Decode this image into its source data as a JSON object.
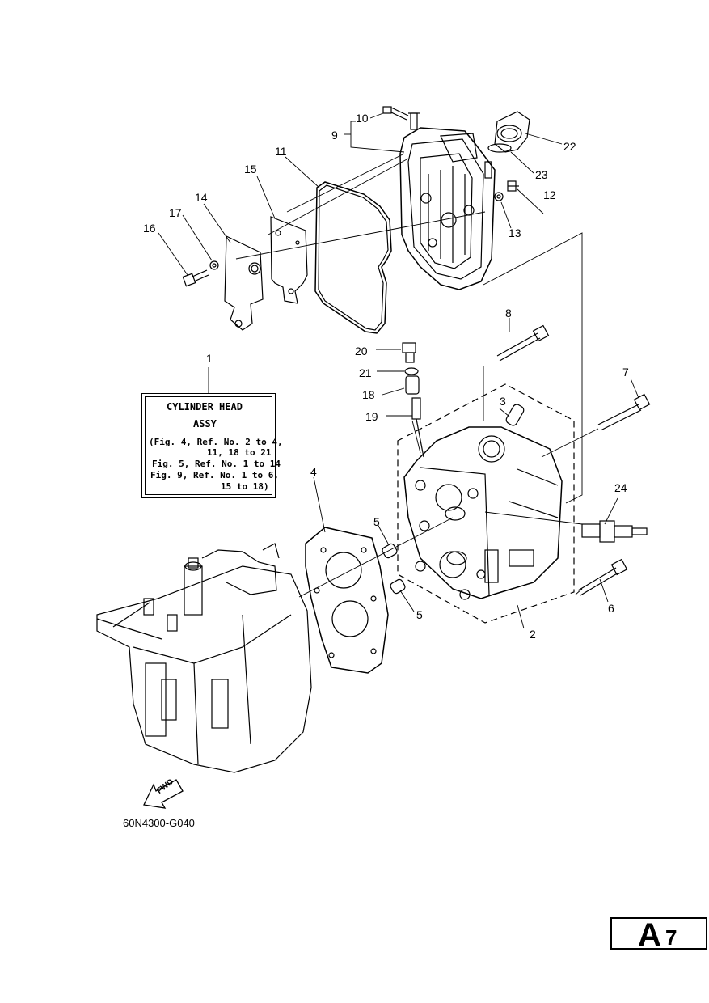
{
  "callouts": [
    {
      "id": "10",
      "text": "10"
    },
    {
      "id": "9",
      "text": "9"
    },
    {
      "id": "11",
      "text": "11"
    },
    {
      "id": "15",
      "text": "15"
    },
    {
      "id": "14",
      "text": "14"
    },
    {
      "id": "17",
      "text": "17"
    },
    {
      "id": "16",
      "text": "16"
    },
    {
      "id": "22",
      "text": "22"
    },
    {
      "id": "23",
      "text": "23"
    },
    {
      "id": "12",
      "text": "12"
    },
    {
      "id": "13",
      "text": "13"
    },
    {
      "id": "8",
      "text": "8"
    },
    {
      "id": "20",
      "text": "20"
    },
    {
      "id": "21",
      "text": "21"
    },
    {
      "id": "18",
      "text": "18"
    },
    {
      "id": "19",
      "text": "19"
    },
    {
      "id": "3",
      "text": "3"
    },
    {
      "id": "7",
      "text": "7"
    },
    {
      "id": "1",
      "text": "1"
    },
    {
      "id": "4",
      "text": "4"
    },
    {
      "id": "5a",
      "text": "5"
    },
    {
      "id": "5b",
      "text": "5"
    },
    {
      "id": "24",
      "text": "24"
    },
    {
      "id": "6",
      "text": "6"
    },
    {
      "id": "2",
      "text": "2"
    }
  ],
  "assy_box": {
    "title": "CYLINDER HEAD",
    "subtitle": "ASSY",
    "lines": [
      "(Fig. 4, Ref. No. 2 to 4,",
      "11, 18 to 21",
      "Fig. 5, Ref. No. 1 to 14",
      "Fig. 9, Ref. No. 1 to 6,",
      "15 to 18)"
    ]
  },
  "fwd_label": "FWD",
  "drawing_code": "60N4300-G040",
  "page_badge": {
    "letter": "A",
    "number": "7"
  }
}
